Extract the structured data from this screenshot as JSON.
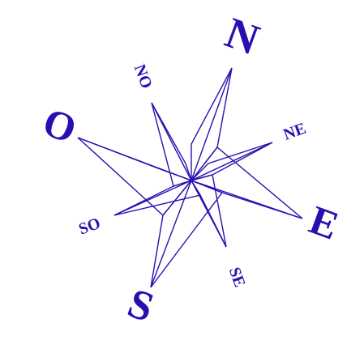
{
  "compass": {
    "color": "#2a0fb0",
    "labels": {
      "north": "N",
      "northeast": "NE",
      "east": "E",
      "southeast": "SE",
      "south": "S",
      "southwest": "SO",
      "west": "O",
      "northwest": "NO"
    }
  }
}
